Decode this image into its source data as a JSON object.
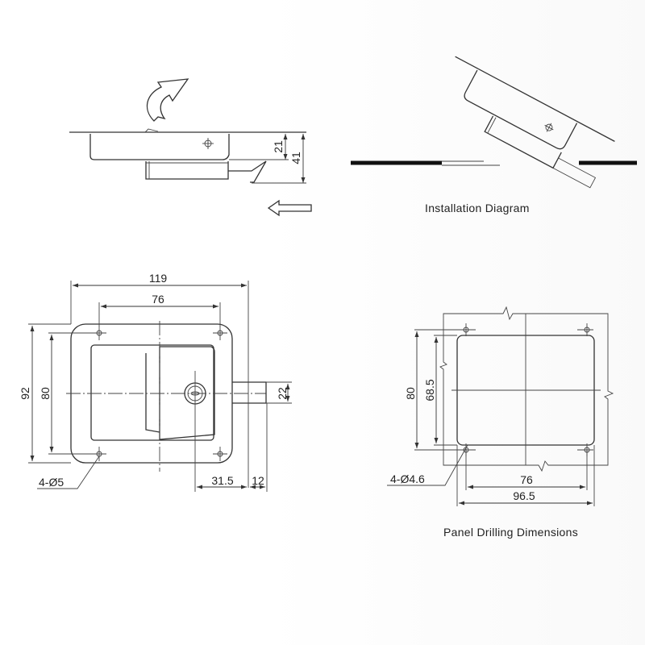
{
  "side_view": {
    "dim_height_inner": "21",
    "dim_height_total": "41",
    "icons": [
      "curved-arrow-icon",
      "left-arrow-icon"
    ]
  },
  "installation": {
    "caption": "Installation Diagram"
  },
  "front_view": {
    "dim_width": "119",
    "dim_hole_spacing": "76",
    "dim_height_total": "92",
    "dim_hole_vertical": "80",
    "dim_bolt": "22",
    "dim_key_offset": "31.5",
    "dim_bolt_protrusion": "12",
    "hole_callout": "4-Ø5"
  },
  "panel_drilling": {
    "caption": "Panel Drilling Dimensions",
    "dim_hole_vertical": "80",
    "dim_cutout_height": "68.5",
    "dim_hole_spacing": "76",
    "dim_cutout_width": "96.5",
    "hole_callout": "4-Ø4.6"
  }
}
